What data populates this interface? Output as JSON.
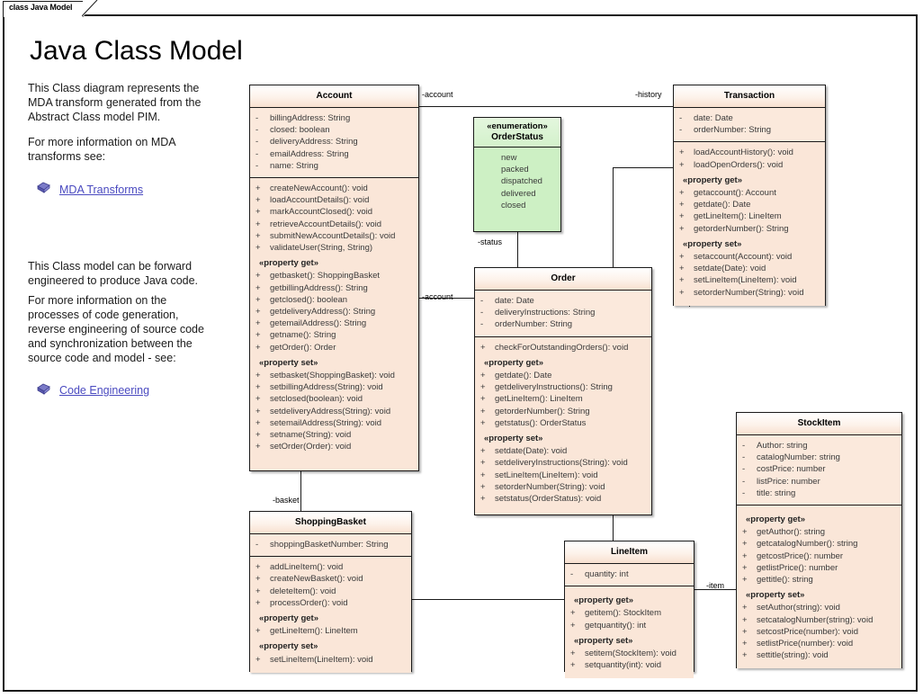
{
  "tab": {
    "label": "class Java Model"
  },
  "title": "Java Class Model",
  "notes": {
    "n1": "This Class diagram represents the MDA transform generated from the Abstract Class model PIM.",
    "n2": "For more information on MDA transforms see:",
    "link1": "MDA Transforms",
    "link1_icon": "note-document-icon",
    "n3": "This Class model can be forward engineered to produce Java code.",
    "n4": "For more information on the processes of code generation, reverse engineering of source code and synchronization between the source code and model - see:",
    "link2": "Code Engineering",
    "link2_icon": "note-document-icon"
  },
  "colors": {
    "class_body": "#fae6d8",
    "class_header": "#fdf2ea",
    "enum_body": "#cdf0c4",
    "border": "#1a1a1a",
    "link": "#4a4ac0"
  },
  "connector_labels": {
    "account_top": "-account",
    "history": "-history",
    "account_mid": "-account",
    "status": "-status",
    "basket": "-basket",
    "item": "-item"
  },
  "classes": {
    "account": {
      "name": "Account",
      "attributes": [
        {
          "vis": "-",
          "text": "billingAddress: String"
        },
        {
          "vis": "-",
          "text": "closed: boolean"
        },
        {
          "vis": "-",
          "text": "deliveryAddress: String"
        },
        {
          "vis": "-",
          "text": "emailAddress: String"
        },
        {
          "vis": "-",
          "text": "name: String"
        }
      ],
      "operations": [
        {
          "vis": "+",
          "text": "createNewAccount(): void"
        },
        {
          "vis": "+",
          "text": "loadAccountDetails(): void"
        },
        {
          "vis": "+",
          "text": "markAccountClosed(): void"
        },
        {
          "vis": "+",
          "text": "retrieveAccountDetails(): void"
        },
        {
          "vis": "+",
          "text": "submitNewAccountDetails(): void"
        },
        {
          "vis": "+",
          "text": "validateUser(String, String)"
        },
        {
          "stereotype": "«property get»"
        },
        {
          "vis": "+",
          "text": "getbasket(): ShoppingBasket"
        },
        {
          "vis": "+",
          "text": "getbillingAddress(): String"
        },
        {
          "vis": "+",
          "text": "getclosed(): boolean"
        },
        {
          "vis": "+",
          "text": "getdeliveryAddress(): String"
        },
        {
          "vis": "+",
          "text": "getemailAddress(): String"
        },
        {
          "vis": "+",
          "text": "getname(): String"
        },
        {
          "vis": "+",
          "text": "getOrder(): Order"
        },
        {
          "stereotype": "«property set»"
        },
        {
          "vis": "+",
          "text": "setbasket(ShoppingBasket): void"
        },
        {
          "vis": "+",
          "text": "setbillingAddress(String): void"
        },
        {
          "vis": "+",
          "text": "setclosed(boolean): void"
        },
        {
          "vis": "+",
          "text": "setdeliveryAddress(String): void"
        },
        {
          "vis": "+",
          "text": "setemailAddress(String): void"
        },
        {
          "vis": "+",
          "text": "setname(String): void"
        },
        {
          "vis": "+",
          "text": "setOrder(Order): void"
        }
      ]
    },
    "orderstatus": {
      "stereotype": "«enumeration»",
      "name": "OrderStatus",
      "literals": [
        {
          "text": "new"
        },
        {
          "text": "packed"
        },
        {
          "text": "dispatched"
        },
        {
          "text": "delivered"
        },
        {
          "text": "closed"
        }
      ]
    },
    "transaction": {
      "name": "Transaction",
      "attributes": [
        {
          "vis": "-",
          "text": "date: Date"
        },
        {
          "vis": "-",
          "text": "orderNumber: String"
        }
      ],
      "operations": [
        {
          "vis": "+",
          "text": "loadAccountHistory(): void"
        },
        {
          "vis": "+",
          "text": "loadOpenOrders(): void"
        },
        {
          "stereotype": "«property get»"
        },
        {
          "vis": "+",
          "text": "getaccount(): Account"
        },
        {
          "vis": "+",
          "text": "getdate(): Date"
        },
        {
          "vis": "+",
          "text": "getLineItem(): LineItem"
        },
        {
          "vis": "+",
          "text": "getorderNumber(): String"
        },
        {
          "stereotype": "«property set»"
        },
        {
          "vis": "+",
          "text": "setaccount(Account): void"
        },
        {
          "vis": "+",
          "text": "setdate(Date): void"
        },
        {
          "vis": "+",
          "text": "setLineItem(LineItem): void"
        },
        {
          "vis": "+",
          "text": "setorderNumber(String): void"
        }
      ]
    },
    "order": {
      "name": "Order",
      "attributes": [
        {
          "vis": "-",
          "text": "date: Date"
        },
        {
          "vis": "-",
          "text": "deliveryInstructions: String"
        },
        {
          "vis": "-",
          "text": "orderNumber: String"
        }
      ],
      "operations": [
        {
          "vis": "+",
          "text": "checkForOutstandingOrders(): void"
        },
        {
          "stereotype": "«property get»"
        },
        {
          "vis": "+",
          "text": "getdate(): Date"
        },
        {
          "vis": "+",
          "text": "getdeliveryInstructions(): String"
        },
        {
          "vis": "+",
          "text": "getLineItem(): LineItem"
        },
        {
          "vis": "+",
          "text": "getorderNumber(): String"
        },
        {
          "vis": "+",
          "text": "getstatus(): OrderStatus"
        },
        {
          "stereotype": "«property set»"
        },
        {
          "vis": "+",
          "text": "setdate(Date): void"
        },
        {
          "vis": "+",
          "text": "setdeliveryInstructions(String): void"
        },
        {
          "vis": "+",
          "text": "setLineItem(LineItem): void"
        },
        {
          "vis": "+",
          "text": "setorderNumber(String): void"
        },
        {
          "vis": "+",
          "text": "setstatus(OrderStatus): void"
        }
      ]
    },
    "stockitem": {
      "name": "StockItem",
      "attributes": [
        {
          "vis": "-",
          "text": "Author: string"
        },
        {
          "vis": "-",
          "text": "catalogNumber: string"
        },
        {
          "vis": "-",
          "text": "costPrice: number"
        },
        {
          "vis": "-",
          "text": "listPrice: number"
        },
        {
          "vis": "-",
          "text": "title: string"
        }
      ],
      "operations": [
        {
          "stereotype": "«property get»"
        },
        {
          "vis": "+",
          "text": "getAuthor(): string"
        },
        {
          "vis": "+",
          "text": "getcatalogNumber(): string"
        },
        {
          "vis": "+",
          "text": "getcostPrice(): number"
        },
        {
          "vis": "+",
          "text": "getlistPrice(): number"
        },
        {
          "vis": "+",
          "text": "gettitle(): string"
        },
        {
          "stereotype": "«property set»"
        },
        {
          "vis": "+",
          "text": "setAuthor(string): void"
        },
        {
          "vis": "+",
          "text": "setcatalogNumber(string): void"
        },
        {
          "vis": "+",
          "text": "setcostPrice(number): void"
        },
        {
          "vis": "+",
          "text": "setlistPrice(number): void"
        },
        {
          "vis": "+",
          "text": "settitle(string): void"
        }
      ]
    },
    "shoppingbasket": {
      "name": "ShoppingBasket",
      "attributes": [
        {
          "vis": "-",
          "text": "shoppingBasketNumber: String"
        }
      ],
      "operations": [
        {
          "vis": "+",
          "text": "addLineItem(): void"
        },
        {
          "vis": "+",
          "text": "createNewBasket(): void"
        },
        {
          "vis": "+",
          "text": "deleteItem(): void"
        },
        {
          "vis": "+",
          "text": "processOrder(): void"
        },
        {
          "stereotype": "«property get»"
        },
        {
          "vis": "+",
          "text": "getLineItem(): LineItem"
        },
        {
          "stereotype": "«property set»"
        },
        {
          "vis": "+",
          "text": "setLineItem(LineItem): void"
        }
      ]
    },
    "lineitem": {
      "name": "LineItem",
      "attributes": [
        {
          "vis": "-",
          "text": "quantity: int"
        }
      ],
      "operations": [
        {
          "stereotype": "«property get»"
        },
        {
          "vis": "+",
          "text": "getitem(): StockItem"
        },
        {
          "vis": "+",
          "text": "getquantity(): int"
        },
        {
          "stereotype": "«property set»"
        },
        {
          "vis": "+",
          "text": "setitem(StockItem): void"
        },
        {
          "vis": "+",
          "text": "setquantity(int): void"
        }
      ]
    }
  }
}
